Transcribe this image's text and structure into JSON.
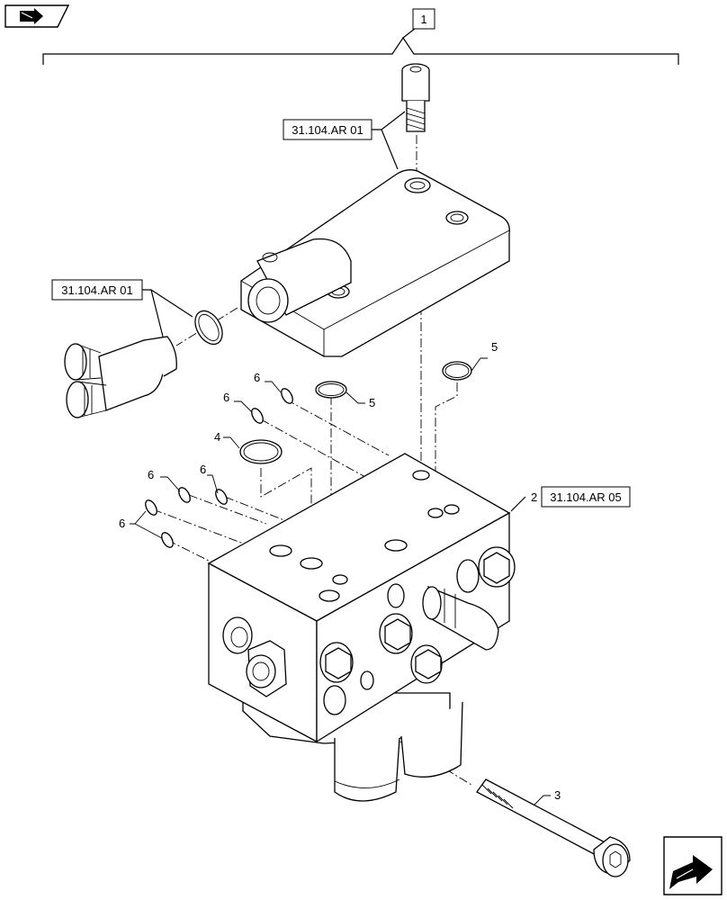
{
  "callouts": {
    "assembly": "1",
    "valve_block": "2",
    "bolt": "3",
    "oring_large": "4",
    "oring_5a": "5",
    "oring_5b": "5",
    "oring_6a": "6",
    "oring_6b": "6",
    "oring_6c": "6",
    "oring_6d": "6",
    "oring_6e": "6"
  },
  "references": {
    "top_screw_ref": "31.104.AR 01",
    "tee_fitting_ref": "31.104.AR 01",
    "valve_block_ref": "31.104.AR 05"
  },
  "icons": {
    "top_left": "previous-page-icon",
    "bottom_right": "next-page-icon"
  }
}
